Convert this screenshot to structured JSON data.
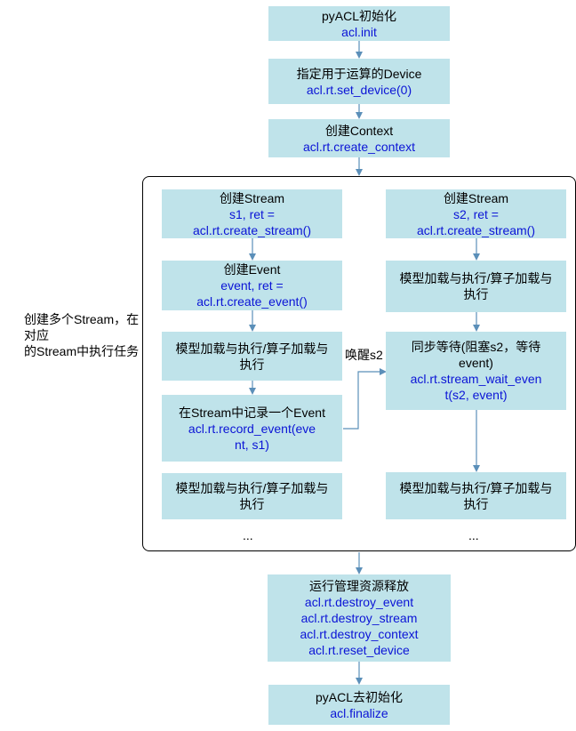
{
  "colors": {
    "box_fill": "#bfe3ea",
    "code_text": "#0b14d6",
    "arrow": "#5b8fb9"
  },
  "flow": {
    "init": {
      "title": "pyACL初始化",
      "code": "acl.init"
    },
    "set_device": {
      "title": "指定用于运算的Device",
      "code": "acl.rt.set_device(0)"
    },
    "create_context": {
      "title": "创建Context",
      "code": "acl.rt.create_context"
    },
    "release": {
      "title": "运行管理资源释放",
      "code1": "acl.rt.destroy_event",
      "code2": "acl.rt.destroy_stream",
      "code3": "acl.rt.destroy_context",
      "code4": "acl.rt.reset_device"
    },
    "finalize": {
      "title": "pyACL去初始化",
      "code": "acl.finalize"
    }
  },
  "left_col": {
    "create_stream": {
      "title": "创建Stream",
      "code1": "s1, ret =",
      "code2": "acl.rt.create_stream()"
    },
    "create_event": {
      "title": "创建Event",
      "code1": "event, ret =",
      "code2": "acl.rt.create_event()"
    },
    "exec1": {
      "line1": "模型加载与执行/算子加载与",
      "line2": "执行"
    },
    "record": {
      "title": "在Stream中记录一个Event",
      "code1": "acl.rt.record_event(eve",
      "code2": "nt, s1)"
    },
    "exec2": {
      "line1": "模型加载与执行/算子加载与",
      "line2": "执行"
    },
    "ellipsis": "..."
  },
  "right_col": {
    "create_stream": {
      "title": "创建Stream",
      "code1": "s2, ret =",
      "code2": "acl.rt.create_stream()"
    },
    "exec1": {
      "line1": "模型加载与执行/算子加载与",
      "line2": "执行"
    },
    "wait": {
      "line1": "同步等待(阻塞s2，等待",
      "line2": "event)",
      "code1": "acl.rt.stream_wait_even",
      "code2": "t(s2, event)"
    },
    "exec2": {
      "line1": "模型加载与执行/算子加载与",
      "line2": "执行"
    },
    "ellipsis": "..."
  },
  "annotations": {
    "side_note_line1": "创建多个Stream，在对应",
    "side_note_line2": "的Stream中执行任务",
    "wake": "唤醒s2"
  }
}
